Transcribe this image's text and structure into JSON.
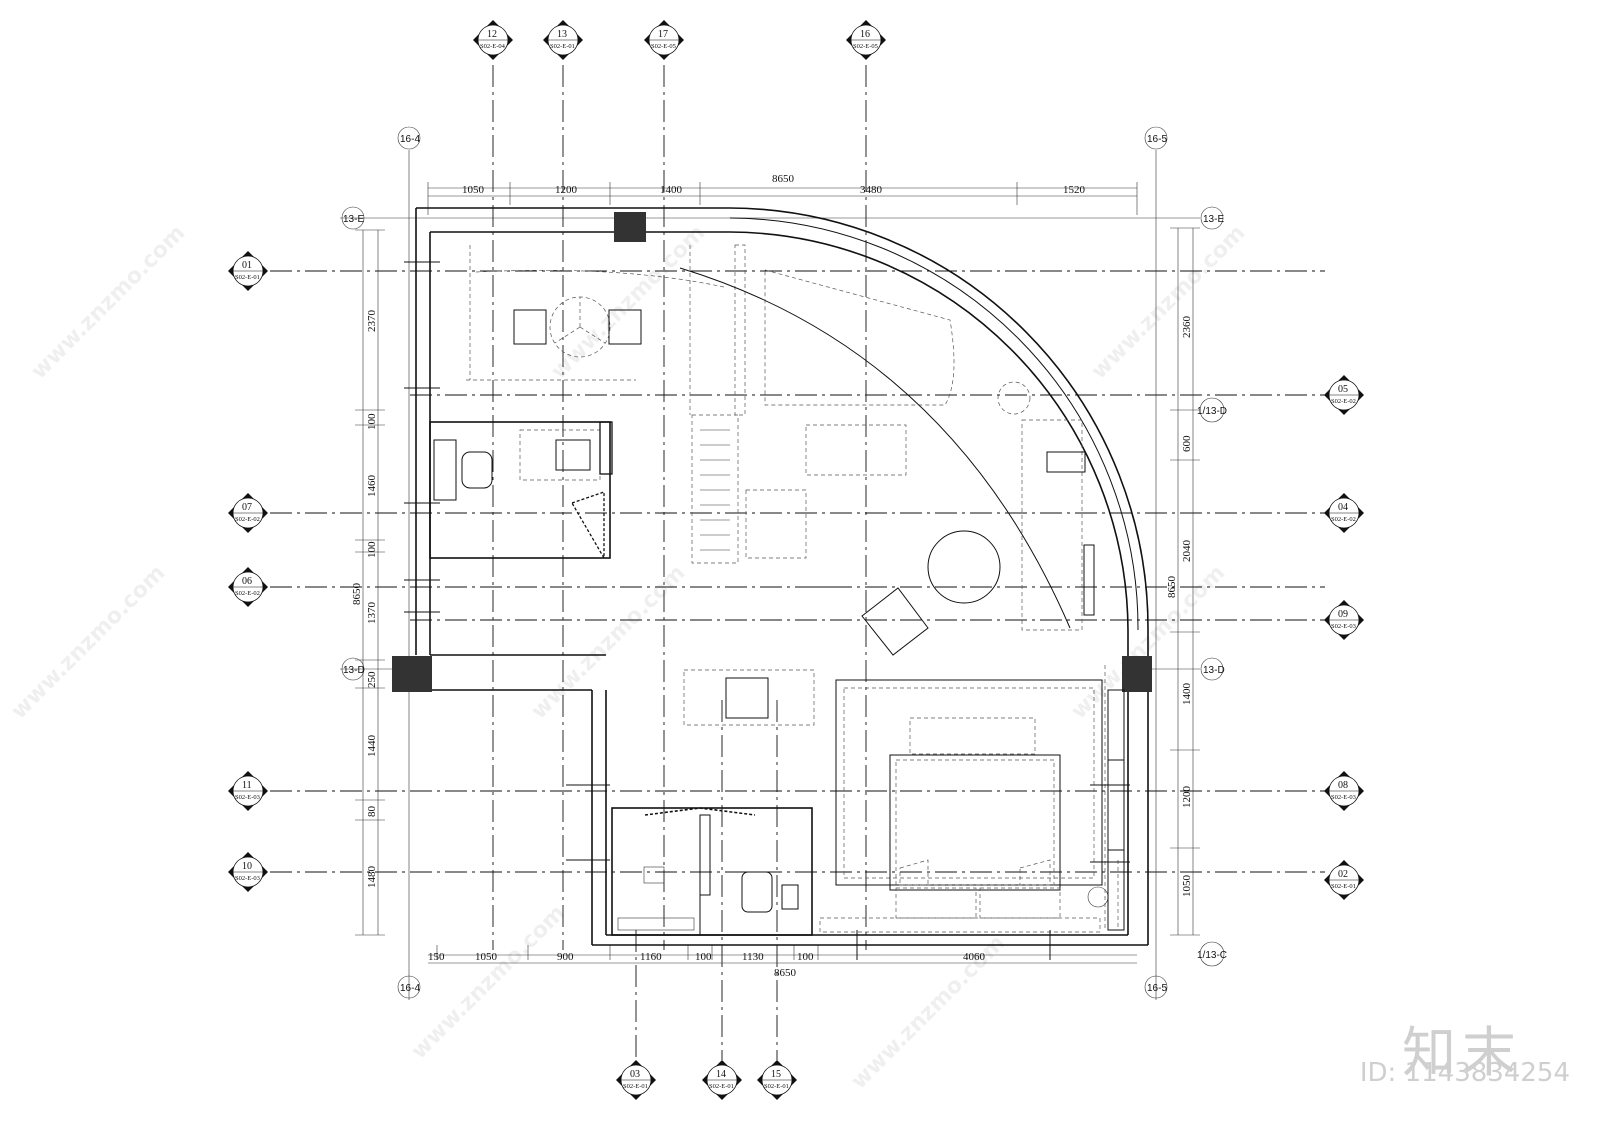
{
  "drawing": {
    "top_dims": [
      "1050",
      "1200",
      "1400",
      "8650",
      "3480",
      "1520"
    ],
    "bottom_dims": [
      "150",
      "1050",
      "900",
      "1160",
      "100",
      "1130",
      "100",
      "4060",
      "8650"
    ],
    "left_dims": [
      "2370",
      "100",
      "1460",
      "100",
      "8650",
      "1370",
      "250",
      "1440",
      "80",
      "1480"
    ],
    "right_dims": [
      "2360",
      "600",
      "2040",
      "8650",
      "1400",
      "1200",
      "1050"
    ],
    "grid": {
      "g16_4": "16-4",
      "g16_5": "16-5",
      "g13_e": "13-E",
      "g13_d": "13-D",
      "g1_13_d": "1/13-D",
      "g1_13_c": "1/13-C"
    },
    "top_tags": [
      {
        "num": "12",
        "ref": "S02-E-04"
      },
      {
        "num": "13",
        "ref": "S02-E-01"
      },
      {
        "num": "17",
        "ref": "S02-E-05"
      },
      {
        "num": "16",
        "ref": "S02-E-05"
      }
    ],
    "left_tags": [
      {
        "num": "01",
        "ref": "S02-E-01"
      },
      {
        "num": "07",
        "ref": "S02-E-02"
      },
      {
        "num": "06",
        "ref": "S02-E-02"
      },
      {
        "num": "11",
        "ref": "S02-E-03"
      },
      {
        "num": "10",
        "ref": "S02-E-03"
      }
    ],
    "right_tags": [
      {
        "num": "05",
        "ref": "S02-E-02"
      },
      {
        "num": "04",
        "ref": "S02-E-02"
      },
      {
        "num": "09",
        "ref": "S02-E-03"
      },
      {
        "num": "08",
        "ref": "S02-E-03"
      },
      {
        "num": "02",
        "ref": "S02-E-01"
      }
    ],
    "bottom_tags": [
      {
        "num": "03",
        "ref": "S02-E-01"
      },
      {
        "num": "14",
        "ref": "S02-E-01"
      },
      {
        "num": "15",
        "ref": "S02-E-01"
      }
    ]
  },
  "watermark": {
    "site": "www.znzmo.com",
    "brand": "知末",
    "id_label": "ID: 1143834254"
  }
}
